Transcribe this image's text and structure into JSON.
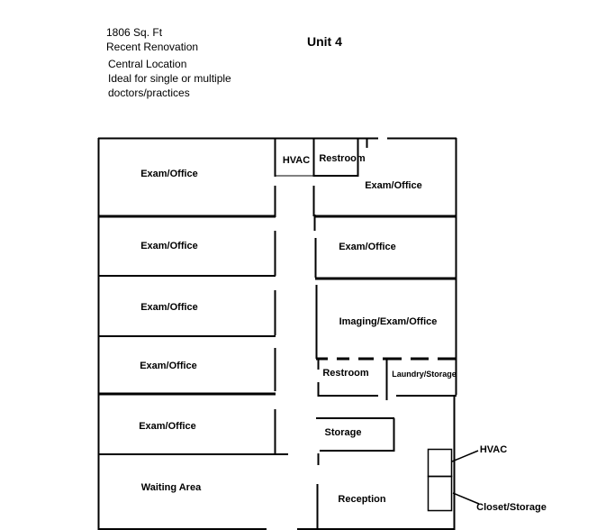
{
  "info": {
    "sqft": "1806 Sq. Ft",
    "renovation": "Recent Renovation",
    "location": "Central Location",
    "ideal_line1": "Ideal for single or multiple",
    "ideal_line2": "doctors/practices"
  },
  "unit_title": "Unit 4",
  "rooms": {
    "exam_office_1": "Exam/Office",
    "exam_office_2": "Exam/Office",
    "exam_office_3": "Exam/Office",
    "exam_office_4": "Exam/Office",
    "exam_office_5": "Exam/Office",
    "waiting_area": "Waiting Area",
    "hvac_top": "HVAC",
    "restroom_top": "Restroom",
    "exam_office_right_top": "Exam/Office",
    "exam_office_right_2": "Exam/Office",
    "imaging": "Imaging/Exam/Office",
    "restroom_bottom": "Restroom",
    "laundry": "Laundry/Storage",
    "storage": "Storage",
    "reception": "Reception",
    "hvac_side": "HVAC",
    "closet_storage": "Closet/Storage"
  }
}
